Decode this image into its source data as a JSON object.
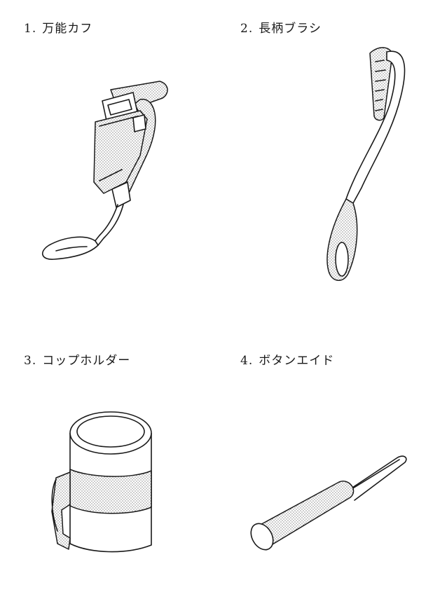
{
  "items": [
    {
      "number": "1.",
      "label": "万能カフ"
    },
    {
      "number": "2.",
      "label": "長柄ブラシ"
    },
    {
      "number": "3.",
      "label": "コップホルダー"
    },
    {
      "number": "4.",
      "label": "ボタンエイド"
    }
  ]
}
